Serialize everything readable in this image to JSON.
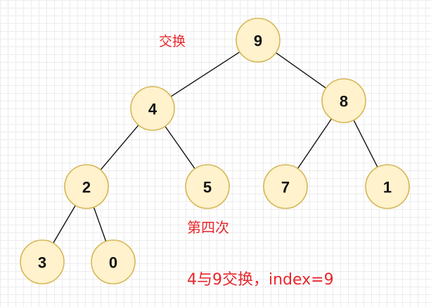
{
  "diagram": {
    "annotations": {
      "swap": "交换",
      "round": "第四次",
      "caption": "4与9交换，index=9"
    },
    "colors": {
      "node_fill": "#fff2cc",
      "node_border": "#d6b656",
      "annotation": "#e8262b",
      "edge": "#111111"
    },
    "nodes": [
      {
        "id": "n0",
        "label": "9"
      },
      {
        "id": "n1",
        "label": "4"
      },
      {
        "id": "n2",
        "label": "8"
      },
      {
        "id": "n3",
        "label": "2"
      },
      {
        "id": "n4",
        "label": "5"
      },
      {
        "id": "n5",
        "label": "7"
      },
      {
        "id": "n6",
        "label": "1"
      },
      {
        "id": "n7",
        "label": "3"
      },
      {
        "id": "n8",
        "label": "0"
      }
    ],
    "edges": [
      [
        "n0",
        "n1"
      ],
      [
        "n0",
        "n2"
      ],
      [
        "n1",
        "n3"
      ],
      [
        "n1",
        "n4"
      ],
      [
        "n2",
        "n5"
      ],
      [
        "n2",
        "n6"
      ],
      [
        "n3",
        "n7"
      ],
      [
        "n3",
        "n8"
      ]
    ]
  }
}
